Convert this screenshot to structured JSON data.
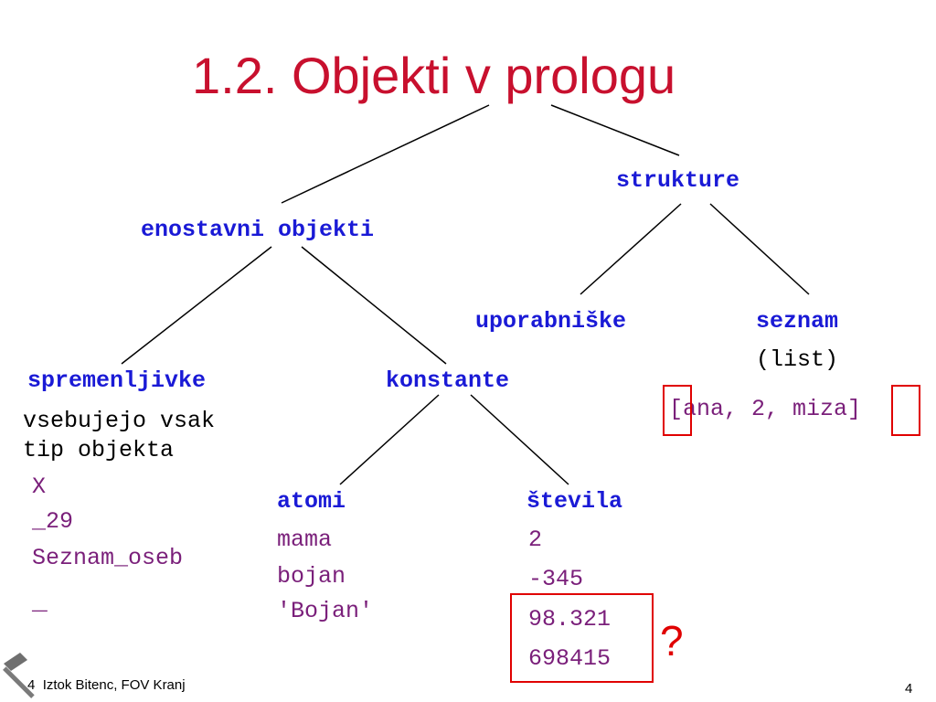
{
  "title": "1.2. Objekti v prologu",
  "nodes": {
    "structures": "strukture",
    "simple_objects": "enostavni objekti",
    "user_defined": "uporabniške",
    "list": "seznam",
    "list_note": "(list)",
    "list_example": "[ana, 2, miza]",
    "variables": "spremenljivke",
    "variables_desc_1": "vsebujejo vsak",
    "variables_desc_2": "tip objekta",
    "constants": "konstante",
    "atoms": "atomi",
    "numbers": "števila"
  },
  "variable_examples": [
    "X",
    "_29",
    "Seznam_oseb",
    "_"
  ],
  "atom_examples": [
    "mama",
    "bojan",
    "'Bojan'"
  ],
  "number_examples": [
    "2",
    "-345",
    "98.321",
    "698415"
  ],
  "question_mark": "?",
  "footer": {
    "number": "4",
    "author": "Iztok Bitenc, FOV Kranj",
    "page": "4"
  },
  "colors": {
    "title": "#c8102e",
    "node": "#1a1ad6",
    "example": "#7a1f7a",
    "highlight": "#e00000"
  },
  "icons": [
    "hammer-icon"
  ]
}
